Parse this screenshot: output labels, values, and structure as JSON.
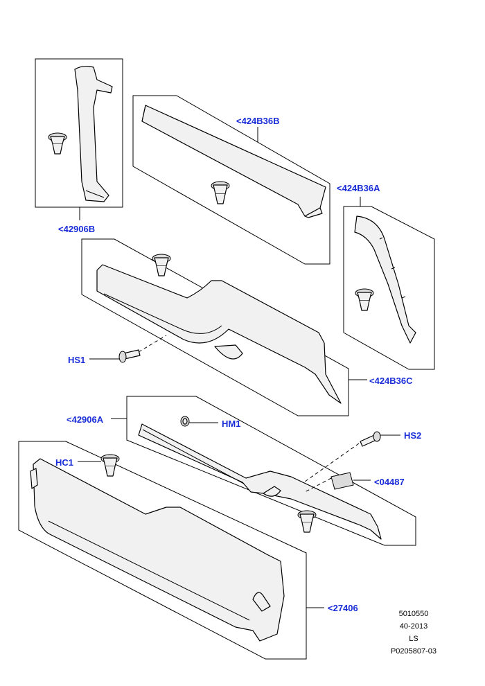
{
  "labels": {
    "p42906B": "<42906B",
    "p424B36B": "<424B36B",
    "p424B36A": "<424B36A",
    "p424B36C": "<424B36C",
    "hs1": "HS1",
    "p42906A": "<42906A",
    "hm1": "HM1",
    "hs2": "HS2",
    "hc1": "HC1",
    "p04487": "<04487",
    "p27406": "<27406"
  },
  "info": {
    "line1": "5010550",
    "line2": "40-2013",
    "line3": "LS",
    "line4": "P0205807-03"
  }
}
